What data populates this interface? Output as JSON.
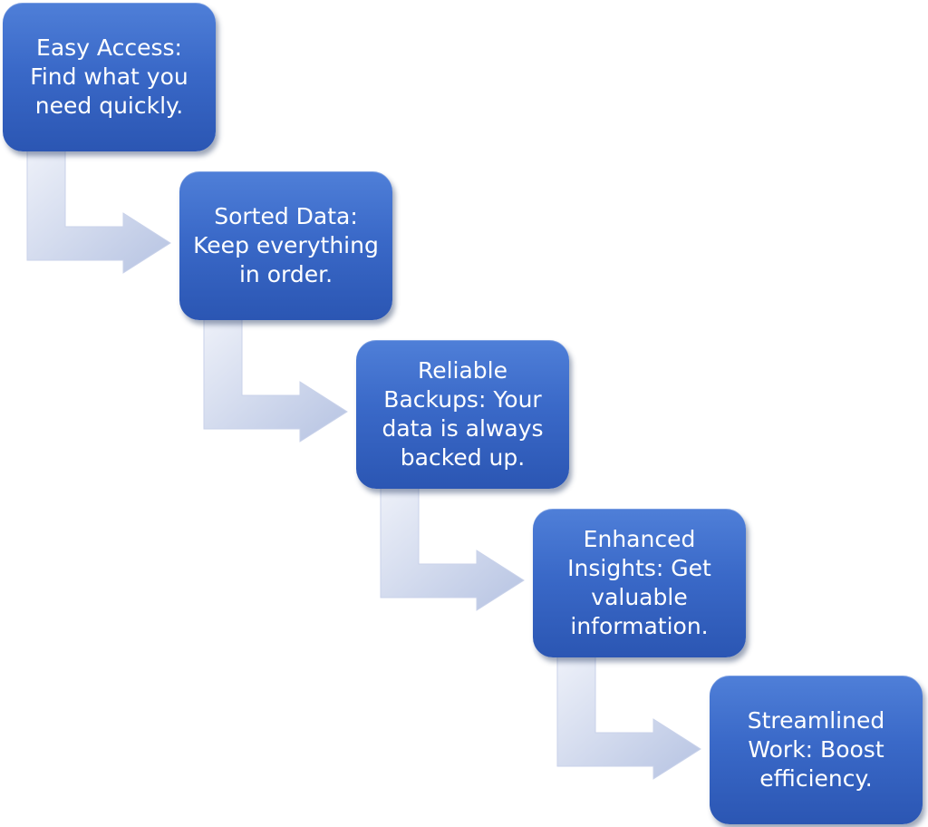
{
  "diagram": {
    "steps": [
      {
        "label": "Easy Access: Find what you need quickly."
      },
      {
        "label": "Sorted Data: Keep everything in order."
      },
      {
        "label": "Reliable Backups: Your data is always backed up."
      },
      {
        "label": "Enhanced Insights: Get valuable information."
      },
      {
        "label": "Streamlined Work: Boost efficiency."
      }
    ],
    "colors": {
      "box_top": "#4f7fd8",
      "box_bottom": "#2b56b3",
      "arrow_fill_light": "#e7ebf6",
      "arrow_fill_dark": "#bac6e3",
      "text": "#ffffff"
    }
  }
}
